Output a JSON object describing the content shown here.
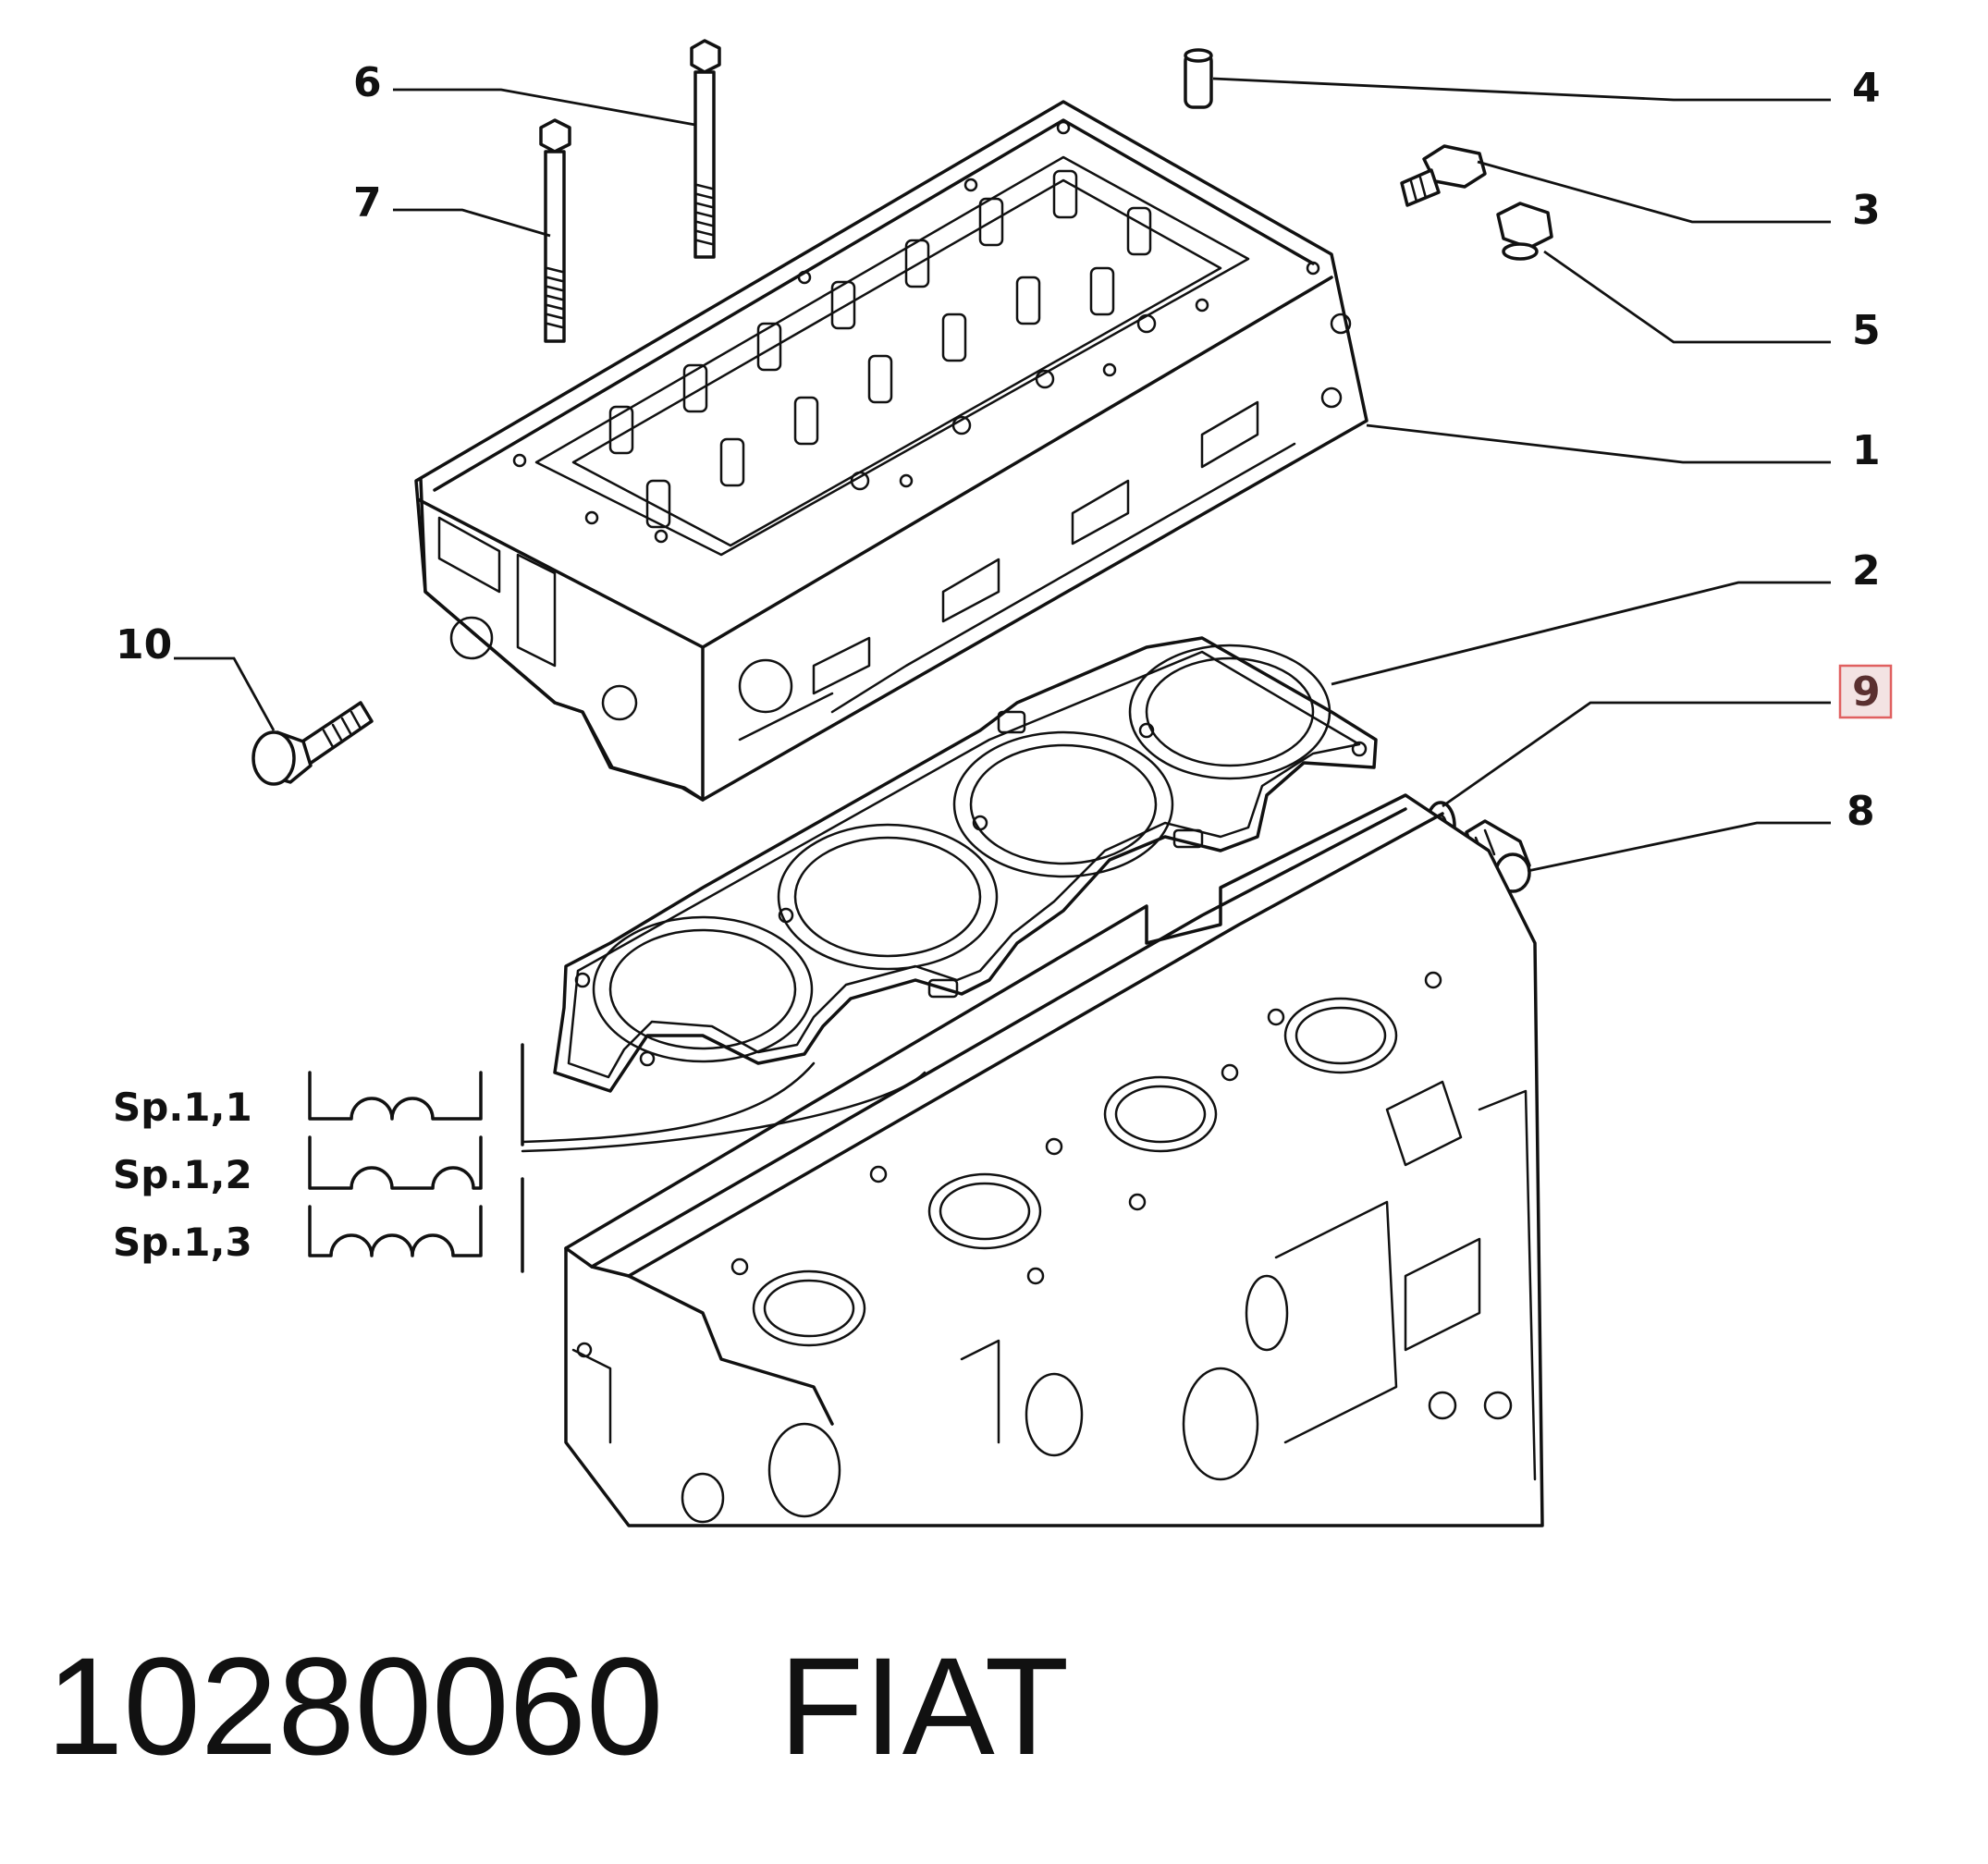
{
  "callouts": {
    "c1": "1",
    "c2": "2",
    "c3": "3",
    "c4": "4",
    "c5": "5",
    "c6": "6",
    "c7": "7",
    "c8": "8",
    "c9": "9",
    "c10": "10"
  },
  "highlight_color": "#e06060",
  "gasket_options": [
    "Sp.1,1",
    "Sp.1,2",
    "Sp.1,3"
  ],
  "footer": {
    "part_number": "10280060",
    "brand": "FIAT"
  }
}
